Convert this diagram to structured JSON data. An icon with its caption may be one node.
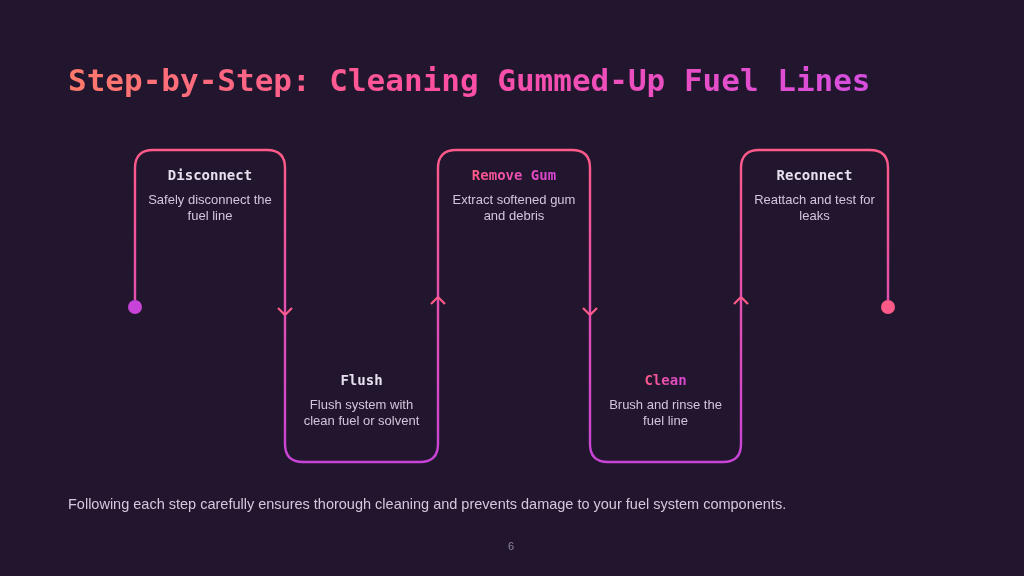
{
  "diagram": {
    "title": "Step-by-Step: Cleaning Gummed-Up Fuel Lines",
    "nodes": [
      {
        "text": [],
        "shape": "circle"
      },
      {
        "text": [
          "Disconnect",
          "Safely disconnect the fuel line"
        ]
      },
      {
        "text": [
          "Flush",
          "Flush system with clean fuel or solvent"
        ]
      },
      {
        "text": [
          "Remove Gum",
          "Extract softened gum and debris"
        ]
      },
      {
        "text": [
          "Clean",
          "Brush and rinse the fuel line"
        ]
      },
      {
        "text": [
          "Reconnect",
          "Reattach and test for leaks"
        ]
      },
      {
        "text": [],
        "shape": "circle"
      }
    ],
    "edges": [
      {
        "from": 0,
        "to": 1,
        "arrow": "none"
      },
      {
        "from": 1,
        "to": 2,
        "arrow": "to"
      },
      {
        "from": 2,
        "to": 3,
        "arrow": "to"
      },
      {
        "from": 3,
        "to": 4,
        "arrow": "to"
      },
      {
        "from": 4,
        "to": 5,
        "arrow": "to"
      },
      {
        "from": 5,
        "to": 6,
        "arrow": "none"
      }
    ],
    "caption": "Following each step carefully ensures thorough cleaning and prevents damage to your fuel system components.",
    "labels": [
      "6"
    ]
  }
}
